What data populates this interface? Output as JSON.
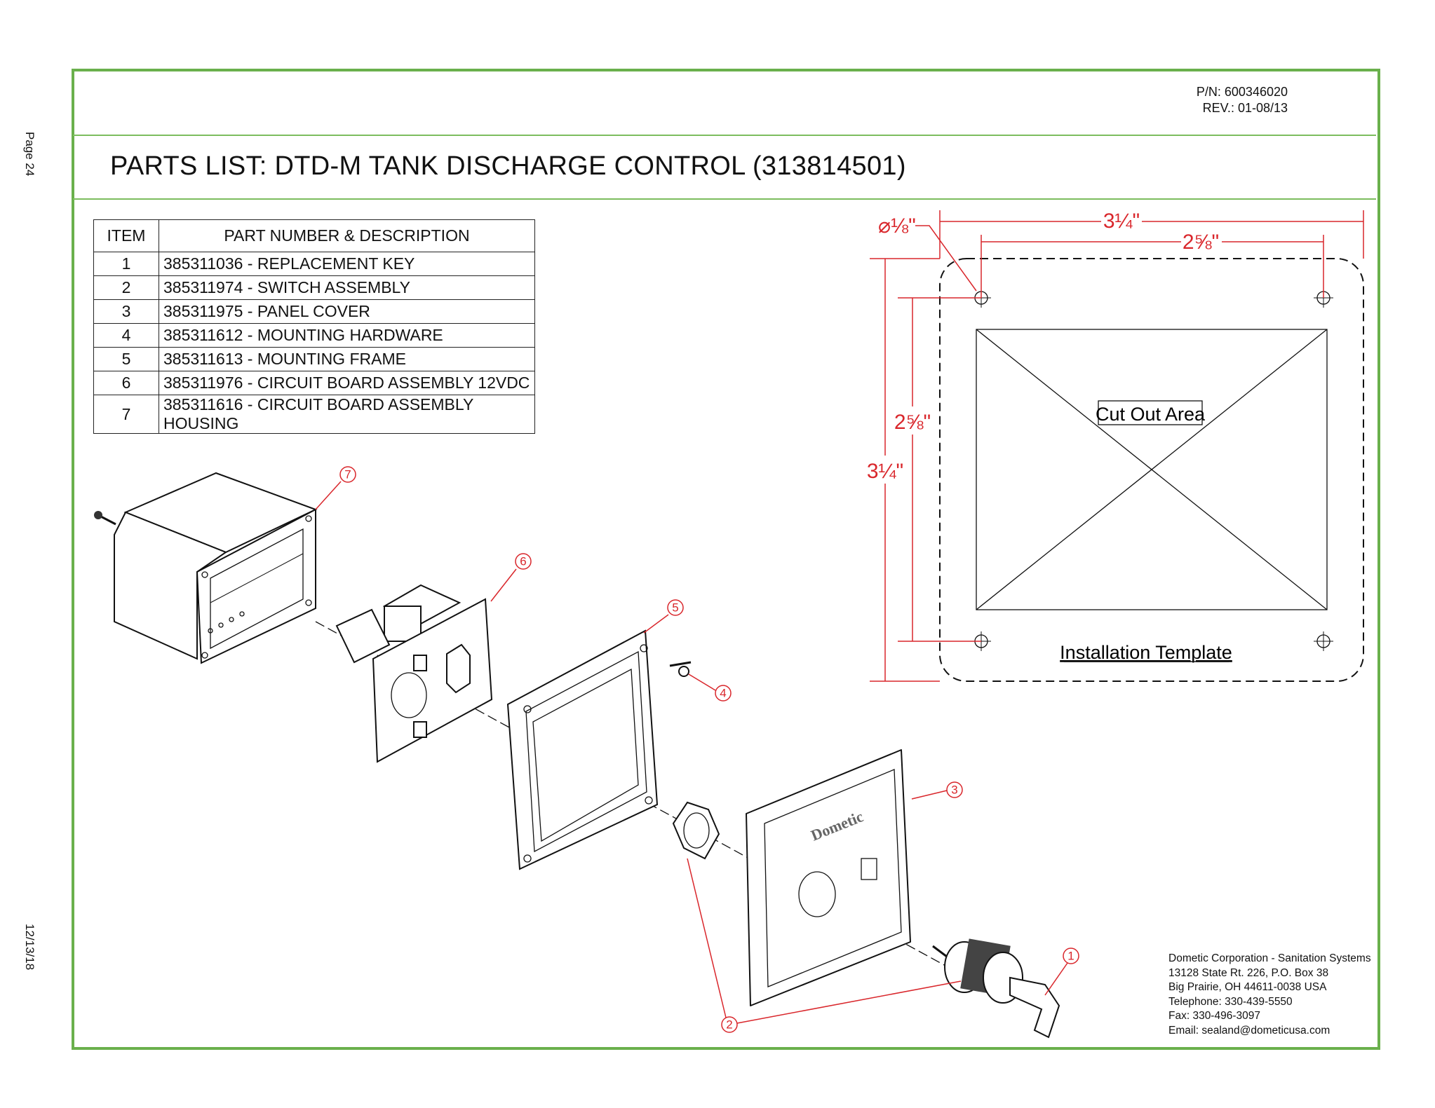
{
  "side": {
    "page": "Page 24",
    "date": "12/13/18"
  },
  "header": {
    "pn": "P/N: 600346020",
    "rev": "REV.: 01-08/13",
    "title": "PARTS LIST:  DTD-M TANK DISCHARGE CONTROL (313814501)"
  },
  "table": {
    "headers": [
      "ITEM",
      "PART NUMBER & DESCRIPTION"
    ],
    "rows": [
      {
        "item": "1",
        "desc": "385311036 - REPLACEMENT KEY"
      },
      {
        "item": "2",
        "desc": "385311974 - SWITCH ASSEMBLY"
      },
      {
        "item": "3",
        "desc": "385311975 - PANEL COVER"
      },
      {
        "item": "4",
        "desc": "385311612 - MOUNTING HARDWARE"
      },
      {
        "item": "5",
        "desc": "385311613 - MOUNTING FRAME"
      },
      {
        "item": "6",
        "desc": "385311976 - CIRCUIT BOARD ASSEMBLY 12VDC"
      },
      {
        "item": "7",
        "desc": "385311616 - CIRCUIT BOARD ASSEMBLY HOUSING"
      }
    ]
  },
  "template": {
    "cutout_label": "Cut Out Area",
    "title": "Installation Template",
    "dim_width_outer": "3¼\"",
    "dim_width_holes": "2⅝\"",
    "dim_height_outer": "3¼\"",
    "dim_height_holes": "2⅝\"",
    "dim_hole_dia": "⌀⅛\""
  },
  "callouts": [
    "1",
    "2",
    "3",
    "4",
    "5",
    "6",
    "7"
  ],
  "panel_logo": "Dometic",
  "contact": {
    "line1": "Dometic Corporation - Sanitation Systems",
    "line2": "13128 State Rt. 226, P.O. Box 38",
    "line3": "Big Prairie, OH 44611-0038 USA",
    "line4": "Telephone: 330-439-5550",
    "line5": "Fax: 330-496-3097",
    "line6": "Email: sealand@dometicusa.com"
  },
  "colors": {
    "border": "#6ab04c",
    "dimension": "#d9262b"
  }
}
